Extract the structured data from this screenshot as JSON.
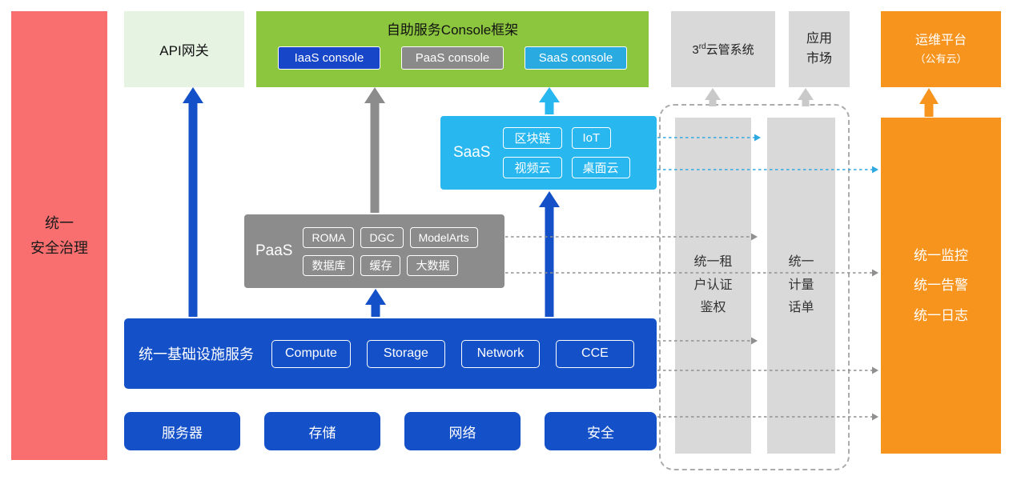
{
  "palette": {
    "red": "#F96F6F",
    "light_green": "#E6F3E3",
    "green": "#8CC63F",
    "blue": "#1450C8",
    "cyan": "#29B7F0",
    "gray": "#8C8C8C",
    "light_gray": "#D9D9D9",
    "orange": "#F7941E"
  },
  "security_bar": {
    "lines": [
      "统一",
      "安全治理"
    ]
  },
  "api_gateway": {
    "label": "API网关"
  },
  "console_frame": {
    "title": "自助服务Console框架",
    "consoles": [
      {
        "label": "IaaS console"
      },
      {
        "label": "PaaS console"
      },
      {
        "label": "SaaS console"
      }
    ]
  },
  "third_party_cloud": {
    "prefix": "3",
    "sup": "rd",
    "suffix": "云管系统"
  },
  "app_market": {
    "lines": [
      "应用",
      "市场"
    ]
  },
  "om_platform": {
    "lines": [
      "运维平台",
      "（公有云）"
    ]
  },
  "saas": {
    "label": "SaaS",
    "items": [
      "区块链",
      "IoT",
      "视频云",
      "桌面云"
    ]
  },
  "paas": {
    "label": "PaaS",
    "items": [
      "ROMA",
      "DGC",
      "ModelArts",
      "数据库",
      "缓存",
      "大数据"
    ]
  },
  "infrastructure": {
    "label": "统一基础设施服务",
    "items": [
      "Compute",
      "Storage",
      "Network",
      "CCE"
    ]
  },
  "hardware": {
    "items": [
      "服务器",
      "存储",
      "网络",
      "安全"
    ]
  },
  "auth_bar": {
    "lines": [
      "统一租",
      "户认证",
      "鉴权"
    ]
  },
  "metering_bar": {
    "lines": [
      "统一",
      "计量",
      "话单"
    ]
  },
  "monitoring": {
    "lines": [
      "统一监控",
      "统一告警",
      "统一日志"
    ]
  }
}
